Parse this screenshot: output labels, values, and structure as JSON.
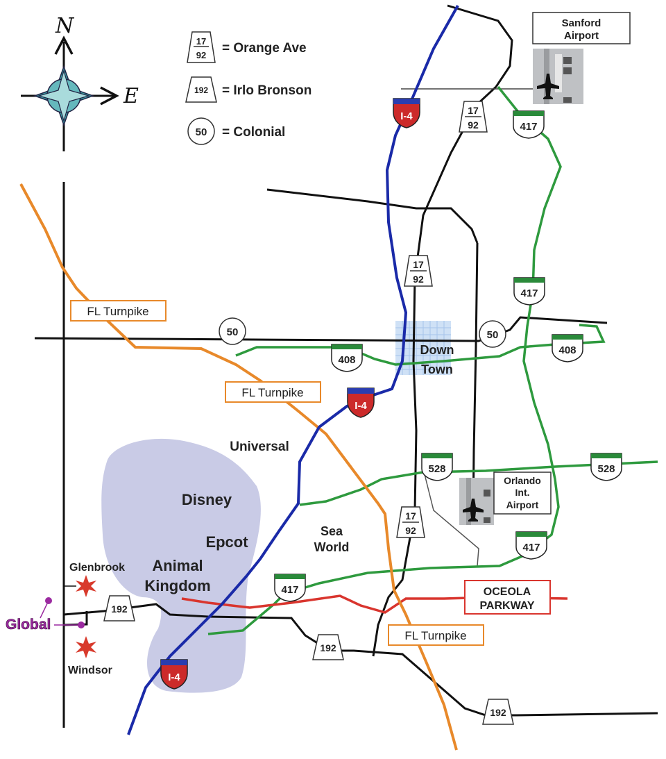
{
  "compass": {
    "north": "N",
    "east": "E"
  },
  "legend": {
    "orange_ave": {
      "shield_top": "17",
      "shield_bottom": "92",
      "text": "= Orange Ave"
    },
    "irlo_bronson": {
      "shield": "192",
      "text": "= Irlo Bronson"
    },
    "colonial": {
      "shield": "50",
      "text": "= Colonial"
    }
  },
  "routes": {
    "i4": "I-4",
    "sr408": "408",
    "sr417": "417",
    "sr528": "528",
    "us1792_top": "17",
    "us1792_bottom": "92",
    "us192": "192",
    "sr50": "50"
  },
  "labels": {
    "sanford_line1": "Sanford",
    "sanford_line2": "Airport",
    "downtown_line1": "Down",
    "downtown_line2": "Town",
    "turnpike": "FL Turnpike",
    "universal": "Universal",
    "disney": "Disney",
    "epcot": "Epcot",
    "animal_line1": "Animal",
    "animal_line2": "Kingdom",
    "seaworld_line1": "Sea",
    "seaworld_line2": "World",
    "orlando_line1": "Orlando",
    "orlando_line2": "Int.",
    "orlando_line3": "Airport",
    "oceola_line1": "OCEOLA",
    "oceola_line2": "PARKWAY",
    "glenbrook": "Glenbrook",
    "global": "Global",
    "windsor": "Windsor"
  },
  "colors": {
    "i4": "#1a2aa8",
    "turnpike": "#e8892a",
    "green_roads": "#2e9a3e",
    "oceola": "#d9352e",
    "lake": "#c9cbe6",
    "global": "#9b2aa0",
    "star": "#d83a2c"
  }
}
